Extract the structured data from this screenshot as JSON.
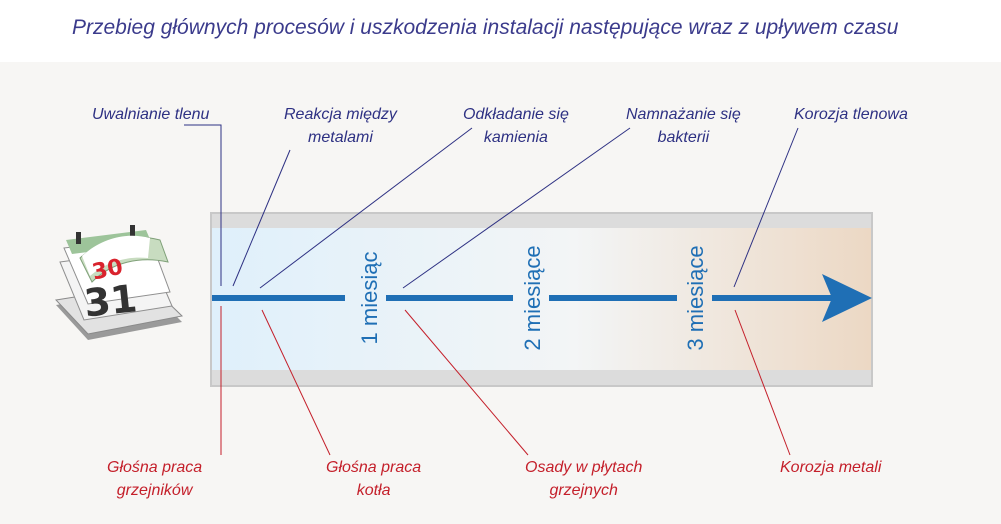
{
  "title": "Przebieg głównych procesów i uszkodzenia instalacji następujące wraz z upływem czasu",
  "calendar": {
    "page_front": "31",
    "page_back": "30"
  },
  "top_labels": [
    {
      "line1": "Uwalnianie tlenu",
      "line2": ""
    },
    {
      "line1": "Reakcja między",
      "line2": "metalami"
    },
    {
      "line1": "Odkładanie się",
      "line2": "kamienia"
    },
    {
      "line1": "Namnażanie się",
      "line2": "bakterii"
    },
    {
      "line1": "Korozja tlenowa",
      "line2": ""
    }
  ],
  "bottom_labels": [
    {
      "line1": "Głośna praca",
      "line2": "grzejników"
    },
    {
      "line1": "Głośna praca",
      "line2": "kotła"
    },
    {
      "line1": "Osady w płytach",
      "line2": "grzejnych"
    },
    {
      "line1": "Korozja metali",
      "line2": ""
    }
  ],
  "months": [
    "1 miesiąc",
    "2 miesiące",
    "3 miesiące"
  ],
  "colors": {
    "top_text": "#2e3183",
    "bottom_text": "#c41f2a",
    "arrow": "#1f6fb5",
    "pipe_wall": "#d9d9d9",
    "pipe_start": "#dff0fb",
    "pipe_end": "#ecd8c4"
  }
}
